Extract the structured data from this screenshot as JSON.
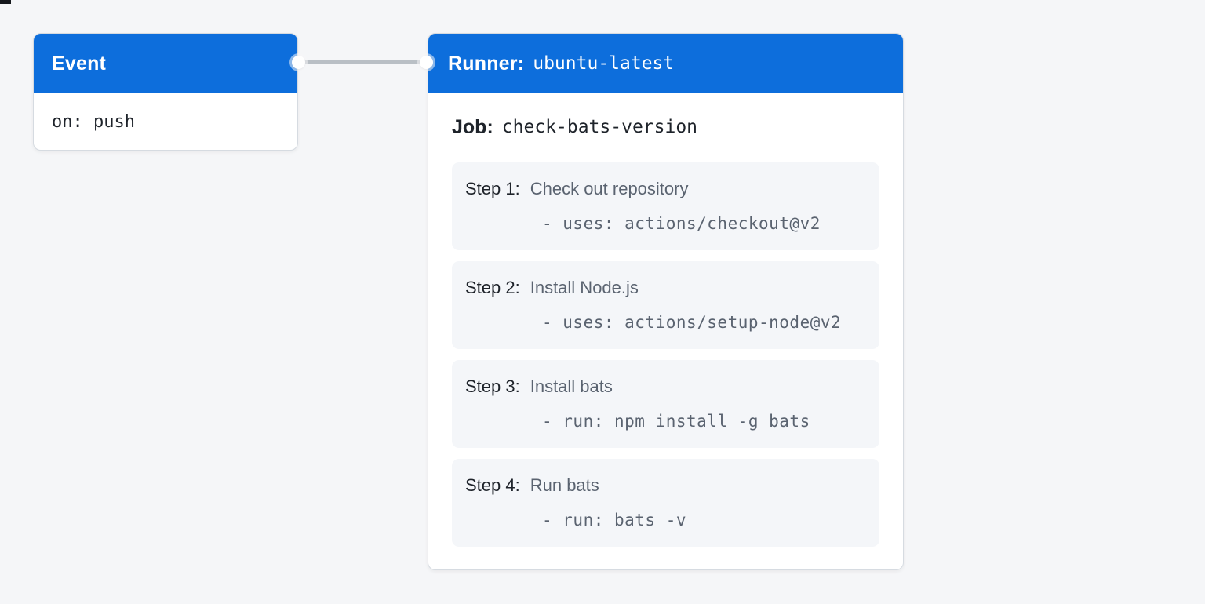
{
  "diagram": {
    "event": {
      "title": "Event",
      "code": "on: push"
    },
    "runner": {
      "title_label": "Runner:",
      "title_value": "ubuntu-latest",
      "job_label": "Job:",
      "job_value": "check-bats-version",
      "steps": [
        {
          "label": "Step 1:",
          "name": "Check out repository",
          "code": "- uses: actions/checkout@v2"
        },
        {
          "label": "Step 2:",
          "name": "Install Node.js",
          "code": "- uses: actions/setup-node@v2"
        },
        {
          "label": "Step 3:",
          "name": "Install bats",
          "code": "- run: npm install -g bats"
        },
        {
          "label": "Step 4:",
          "name": "Run bats",
          "code": "- run: bats -v"
        }
      ]
    },
    "colors": {
      "header_blue": "#0d6edc",
      "page_background": "#f5f6f8",
      "step_background": "#f4f6f9",
      "connector_gray": "#b9bfc5",
      "card_border": "#d6dbe1",
      "text_dark": "#1e232a",
      "text_gray": "#5a6370"
    }
  }
}
